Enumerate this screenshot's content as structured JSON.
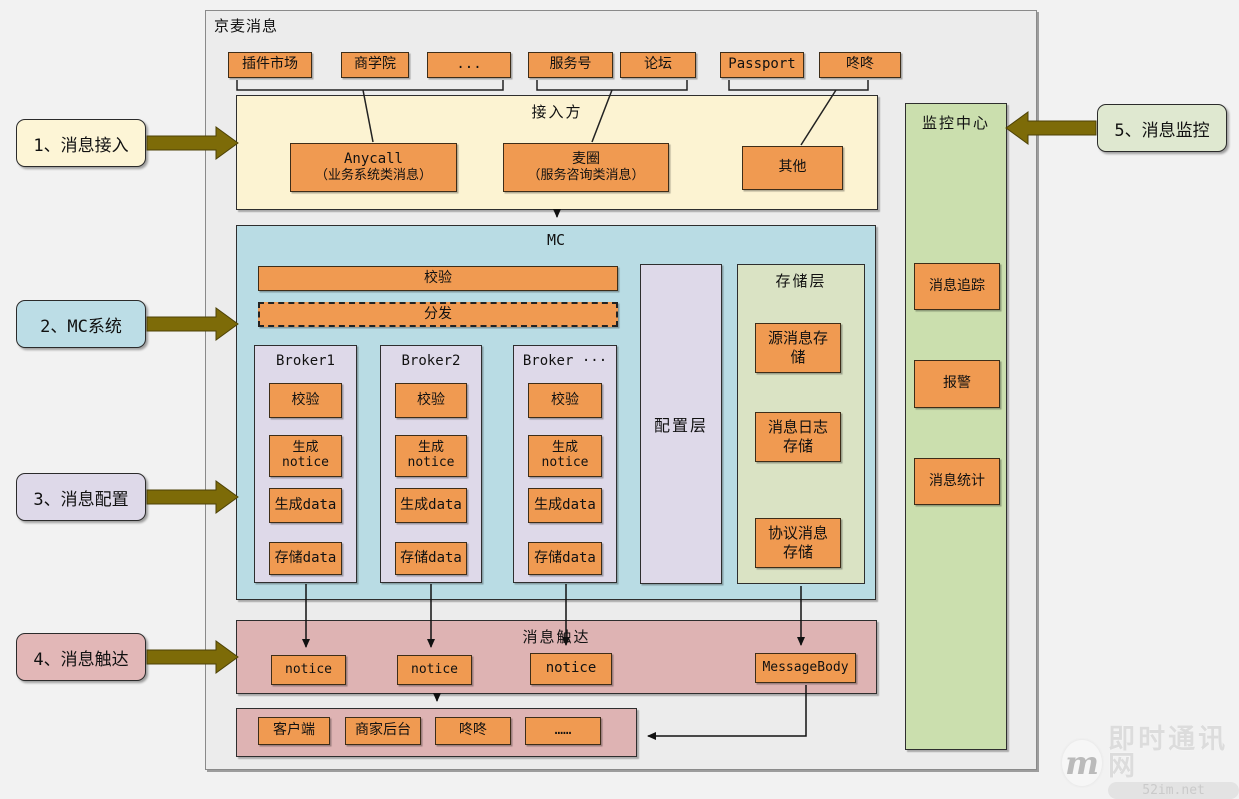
{
  "page": {
    "title": "京麦消息"
  },
  "colors": {
    "orange_box": "#f09a51",
    "access_yellow": "#fcf3d2",
    "mc_blue": "#b9dce4",
    "lavender": "#ded9e9",
    "storage_green": "#dae3c4",
    "monitor_green": "#cbdfae",
    "touch_pink": "#deb3b3",
    "arrow_olive": "#7d6b08"
  },
  "top_sources": [
    "插件市场",
    "商学院",
    "...",
    "服务号",
    "论坛",
    "Passport",
    "咚咚"
  ],
  "access_layer": {
    "title": "接入方",
    "items": [
      {
        "line1": "Anycall",
        "line2": "（业务系统类消息）"
      },
      {
        "line1": "麦圈",
        "line2": "（服务咨询类消息）"
      },
      {
        "line1": "其他",
        "line2": ""
      }
    ]
  },
  "mc": {
    "title": "MC",
    "check_bar": "校验",
    "dispatch_bar": "分发",
    "brokers": [
      {
        "title": "Broker1",
        "steps": [
          "校验",
          "生成\nnotice",
          "生成data",
          "存储data"
        ]
      },
      {
        "title": "Broker2",
        "steps": [
          "校验",
          "生成\nnotice",
          "生成data",
          "存储data"
        ]
      },
      {
        "title": "Broker ···",
        "steps": [
          "校验",
          "生成\nnotice",
          "生成data",
          "存储data"
        ]
      }
    ],
    "config_layer": "配置层",
    "storage_layer": {
      "title": "存储层",
      "items": [
        "源消息存储",
        "消息日志存储",
        "协议消息存储"
      ]
    }
  },
  "touch_layer": {
    "title": "消息触达",
    "items": [
      "notice",
      "notice",
      "notice",
      "MessageBody"
    ]
  },
  "clients": [
    "客户端",
    "商家后台",
    "咚咚",
    "……"
  ],
  "monitor": {
    "title": "监控中心",
    "items": [
      "消息追踪",
      "报警",
      "消息统计"
    ]
  },
  "side_labels": [
    {
      "label": "1、消息接入"
    },
    {
      "label": "2、MC系统"
    },
    {
      "label": "3、消息配置"
    },
    {
      "label": "4、消息触达"
    },
    {
      "label": "5、消息监控"
    }
  ],
  "watermark": {
    "logo": "m",
    "site_name": "即时通讯网",
    "site_url": "52im.net"
  }
}
